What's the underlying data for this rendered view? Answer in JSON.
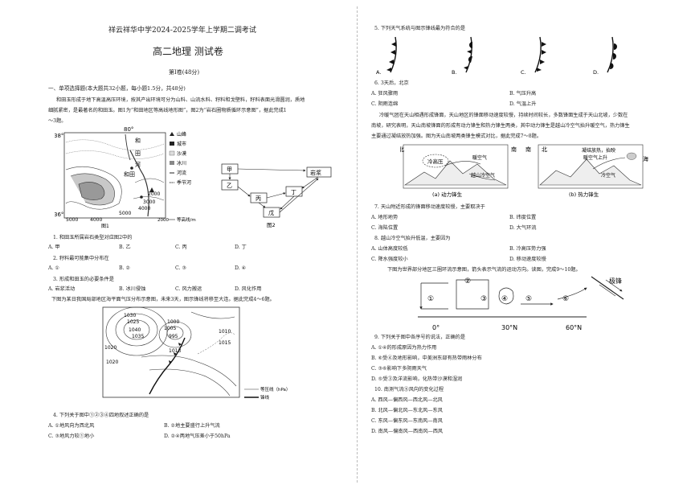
{
  "header": {
    "title": "祥云祥华中学2024-2025学年上学期二调考试",
    "subtitle": "高二地理   测试卷",
    "section": "第Ⅰ卷(48分)",
    "part1": "一、单项选择题(本大题共32小题，每小题1.5分，共48分)"
  },
  "intro1": {
    "line1": "和田玉形成于地下高温高压环境，按其产出环境可分为山料、山流水料、籽料和戈壁料，籽料表面光滑圆润，质地",
    "line2": "细腻紧密，是最著名的和田玉。图1为“和田地区等高线地形图”，图2为“岩石圈物质循环示意图”，据此完成1",
    "line3": "～3题。"
  },
  "fig1": {
    "lat_top": "38°",
    "lat_bottom": "36°",
    "lon": "80°",
    "label": "图1",
    "places": [
      "和",
      "田",
      "河",
      "和田"
    ],
    "contours": [
      "2000",
      "3000",
      "4000",
      "5000",
      "5000",
      "4000"
    ],
    "legend": [
      "山峰",
      "城市",
      "沙漠",
      "冰川",
      "河流",
      "季节河",
      "等高线/m"
    ],
    "legend_contour_value": "2000"
  },
  "fig2": {
    "label": "图2",
    "boxes": [
      "甲",
      "乙",
      "丙",
      "丁",
      "戊",
      "岩浆"
    ]
  },
  "questions_left": [
    {
      "q": "1. 和田玉所属岩石类型对应图2中的",
      "options": [
        "A. 甲",
        "B. 乙",
        "C. 丙",
        "D. 丁"
      ]
    },
    {
      "q": "2. 籽料最可能集中分布在",
      "options": [
        "A. ①",
        "B. ②",
        "C. ③",
        "D. ④"
      ]
    },
    {
      "q": "3. 形成和田玉的必要条件是",
      "options": [
        "A. 岩浆活动",
        "B. 冰川侵蚀",
        "C. 风力搬运",
        "D. 风化作用"
      ]
    }
  ],
  "intro2": "下图为某日我国局部地区海平面气压分布示意图，未来3天，图示锋线将移至大连。据此完成4～6题。",
  "fig3": {
    "isobars": [
      "1030",
      "1025",
      "1040",
      "1035",
      "1020",
      "1000",
      "1005",
      "1010",
      "1015",
      "1013",
      "995",
      "1020"
    ],
    "legend_isobar": "等压线（hPa）",
    "legend_front": "锋线"
  },
  "q4": {
    "q": "4. 下列关于图中①②③④四地叙述正确的是",
    "a": "A. ①地风向为西北风",
    "b": "B. ②地主要盛行上升气流",
    "c": "C. ③地风力较①地小",
    "d": "D. ②④两地气压差小于50hPa"
  },
  "q5": {
    "q": "5. 下列天气系统与图示锋线最为符合的是",
    "options": [
      "A.",
      "B.",
      "C.",
      "D."
    ]
  },
  "q6": {
    "q": "6. 3天后，北京",
    "a": "A. 狂风骤雨",
    "b": "B. 气压升高",
    "c": "C. 阴雨连绵",
    "d": "D. 气温上升"
  },
  "intro3": {
    "line1": "冷暖气团在天山相遇形成锋面，天山地区的锋面移动速度较慢，持续时间较长，多数锋面生成于天山北坡，少数在",
    "line2": "南坡，研究表明，天山南坡锋面的形成有动力锋生和热力锋生两类，其中动力锋生是越山冷空气抬升暖空气，热力锋生",
    "line3": "主要通过凝结放热加强。图为天山南坡两类锋生模式对比，据此完成7～8题。"
  },
  "fig4": {
    "north_a": "北",
    "south_a": "南",
    "north_b": "北",
    "south_b": "南",
    "cold_high": "冷高压",
    "warm_air": "暖空气",
    "cross_cold": "越山冷空气",
    "condense": "凝结放热，抬映",
    "warm_rise": "暖空气上升",
    "cold_air": "冷空气",
    "sea": "海",
    "cap_a": "(a) 动力锋生",
    "cap_b": "(b) 热力锋生"
  },
  "q7": {
    "q": "7. 天山附近形成的锋面移动速度较慢，主要取决于",
    "a": "A. 地形地势",
    "b": "B. 纬度位置",
    "c": "C. 海陆位置",
    "d": "D. 大气环流"
  },
  "q8": {
    "q": "8. 越山冷空气抬升低温，主要因为",
    "a": "A. 山体高度较低",
    "b": "B. 冷高压势力强",
    "c": "C. 降水强度较小",
    "d": "D. 移动速度较慢"
  },
  "intro4": "下图为世界部分地区三圈环流示意图，箭头表示气流的运动方向。读图，完成9～10题。",
  "fig5": {
    "nums": [
      "①",
      "②",
      "③",
      "④",
      "⑤",
      "⑥"
    ],
    "lat0": "0°",
    "lat30": "30°N",
    "lat60": "60°N",
    "front": "极锋"
  },
  "q9": {
    "q": "9. 下列关于图中各序号的说法，正确的是",
    "a": "A. ①④的形成原因为热力作用",
    "b": "B. ⑥受④及地形影响，中美洲东部有热带雨林分布",
    "c": "C. ③⑥影响下多阴雨天气",
    "d": "D. ⑤受③及洋流影响，化热带沙漠和湿润"
  },
  "q10": {
    "q": "10. 南测气流⑤风向的变化过程",
    "a": "A. 西风—偏西风—西北风—北风",
    "b": "B. 北风—偏北风—东北风—东风",
    "c": "C. 东风—偏东风—东南风—南风",
    "d": "D. 南风—偏南风—西南风—西风"
  }
}
